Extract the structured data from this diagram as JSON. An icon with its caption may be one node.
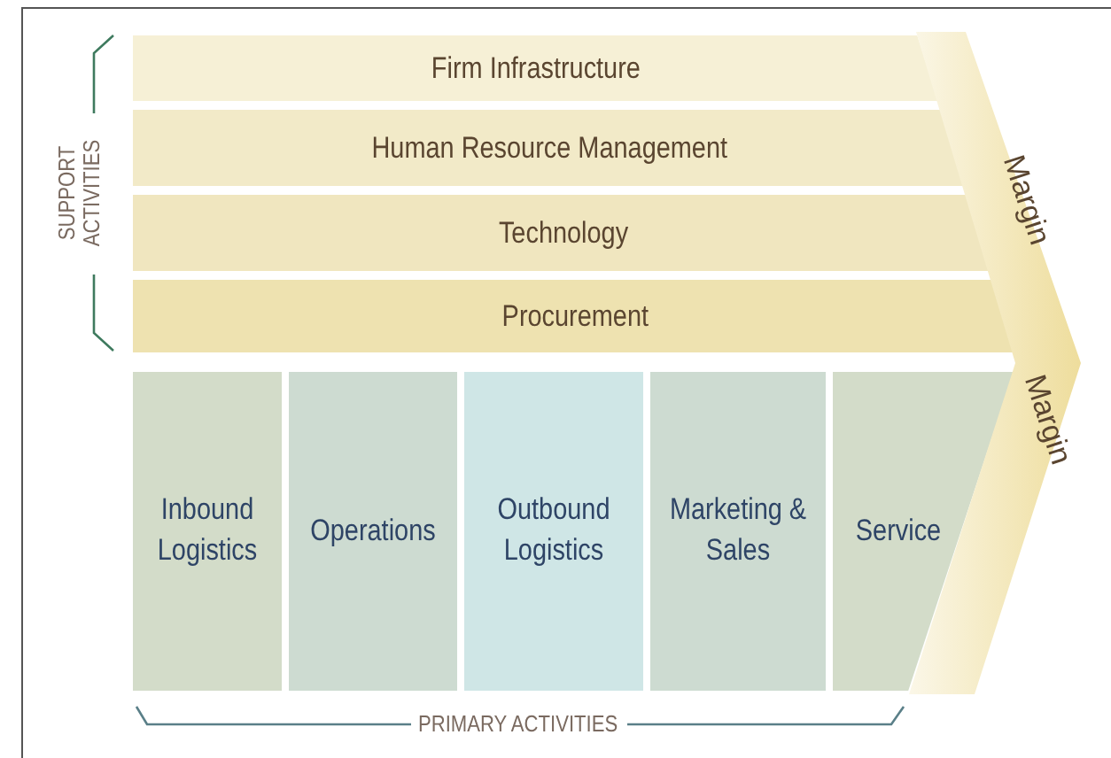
{
  "diagram": {
    "nodes": [
      {
        "text": [
          "Firm Infrastructure"
        ]
      },
      {
        "text": [
          "Human Resource Management"
        ]
      },
      {
        "text": [
          "Technology"
        ]
      },
      {
        "text": [
          "Procurement"
        ]
      },
      {
        "text": [
          "Inbound Logistics"
        ]
      },
      {
        "text": [
          "Operations"
        ]
      },
      {
        "text": [
          "Outbound Logistics"
        ]
      },
      {
        "text": [
          "Marketing & Sales"
        ]
      },
      {
        "text": [
          "Service"
        ]
      },
      {
        "text": [
          "Margin",
          "Margin"
        ]
      }
    ],
    "edges": [],
    "labels": [
      "SUPPORT ACTIVITIES",
      "PRIMARY ACTIVITIES"
    ]
  }
}
